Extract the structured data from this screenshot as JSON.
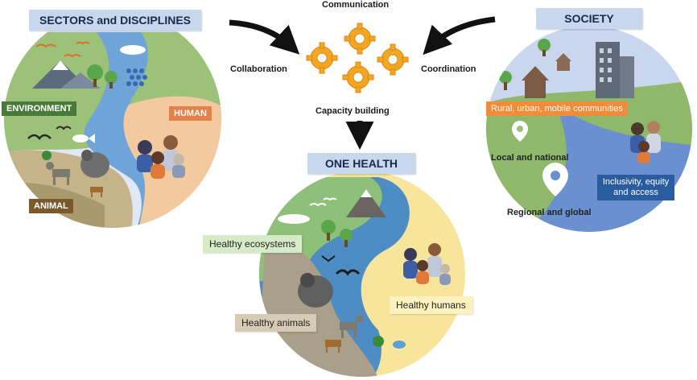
{
  "colors": {
    "label_bg": "#c7d7ee",
    "environment_tag": "#4a7a3a",
    "human_tag": "#e0824a",
    "animal_tag": "#7a5a2a",
    "community_tag": "#f08c3a",
    "inclusivity_tag": "#2a5ca0",
    "gear": "#f2a623",
    "arrow": "#111111"
  },
  "center": {
    "communication": "Communication",
    "collaboration": "Collaboration",
    "coordination": "Coordination",
    "capacity_building": "Capacity building",
    "gear_icon": "gears-icon"
  },
  "sectors": {
    "title": "SECTORS and DISCIPLINES",
    "environment": "ENVIRONMENT",
    "human": "HUMAN",
    "animal": "ANIMAL"
  },
  "society": {
    "title": "SOCIETY",
    "communities": "Rural, urban, mobile communities",
    "local": "Local and national",
    "regional": "Regional and global",
    "inclusivity": "Inclusivity, equity and access"
  },
  "one_health": {
    "title": "ONE HEALTH",
    "ecosystems": "Healthy ecosystems",
    "humans": "Healthy humans",
    "animals": "Healthy animals"
  }
}
